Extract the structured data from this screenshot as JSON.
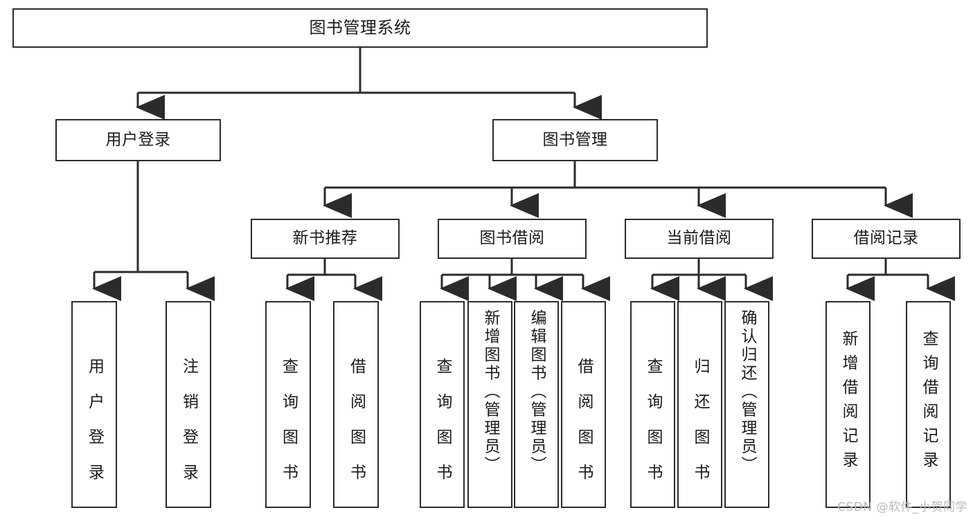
{
  "diagram": {
    "title": "图书管理系统",
    "type": "hierarchy-tree",
    "watermark": "CSDN @软件_小贺同学",
    "nodes": {
      "root": {
        "label": "图书管理系统"
      },
      "level2": [
        {
          "id": "user-login",
          "label": "用户登录"
        },
        {
          "id": "book-management",
          "label": "图书管理"
        }
      ],
      "level3": [
        {
          "id": "new-book-recommend",
          "label": "新书推荐"
        },
        {
          "id": "book-borrow",
          "label": "图书借阅"
        },
        {
          "id": "current-borrow",
          "label": "当前借阅"
        },
        {
          "id": "borrow-record",
          "label": "借阅记录"
        }
      ],
      "leaves": {
        "user_login": [
          {
            "id": "leaf-user-login",
            "label": "用户登录"
          },
          {
            "id": "leaf-logout-login",
            "label": "注销登录"
          }
        ],
        "new_book_recommend": [
          {
            "id": "leaf-query-book-1",
            "label": "查询图书"
          },
          {
            "id": "leaf-borrow-book-1",
            "label": "借阅图书"
          }
        ],
        "book_borrow": [
          {
            "id": "leaf-query-book-2",
            "label": "查询图书"
          },
          {
            "id": "leaf-add-book",
            "label": "新增图书（管理员）"
          },
          {
            "id": "leaf-edit-book",
            "label": "编辑图书（管理员）"
          },
          {
            "id": "leaf-borrow-book-2",
            "label": "借阅图书"
          }
        ],
        "current_borrow": [
          {
            "id": "leaf-query-book-3",
            "label": "查询图书"
          },
          {
            "id": "leaf-return-book",
            "label": "归还图书"
          },
          {
            "id": "leaf-confirm-return",
            "label": "确认归还（管理员）"
          }
        ],
        "borrow_record": [
          {
            "id": "leaf-add-record",
            "label": "新增借阅记录"
          },
          {
            "id": "leaf-query-record",
            "label": "查询借阅记录"
          }
        ]
      }
    },
    "colors": {
      "stroke": "#2b2b2b",
      "fill": "#ffffff",
      "text": "#1a1a1a",
      "watermark": "#b9b9b9"
    }
  }
}
